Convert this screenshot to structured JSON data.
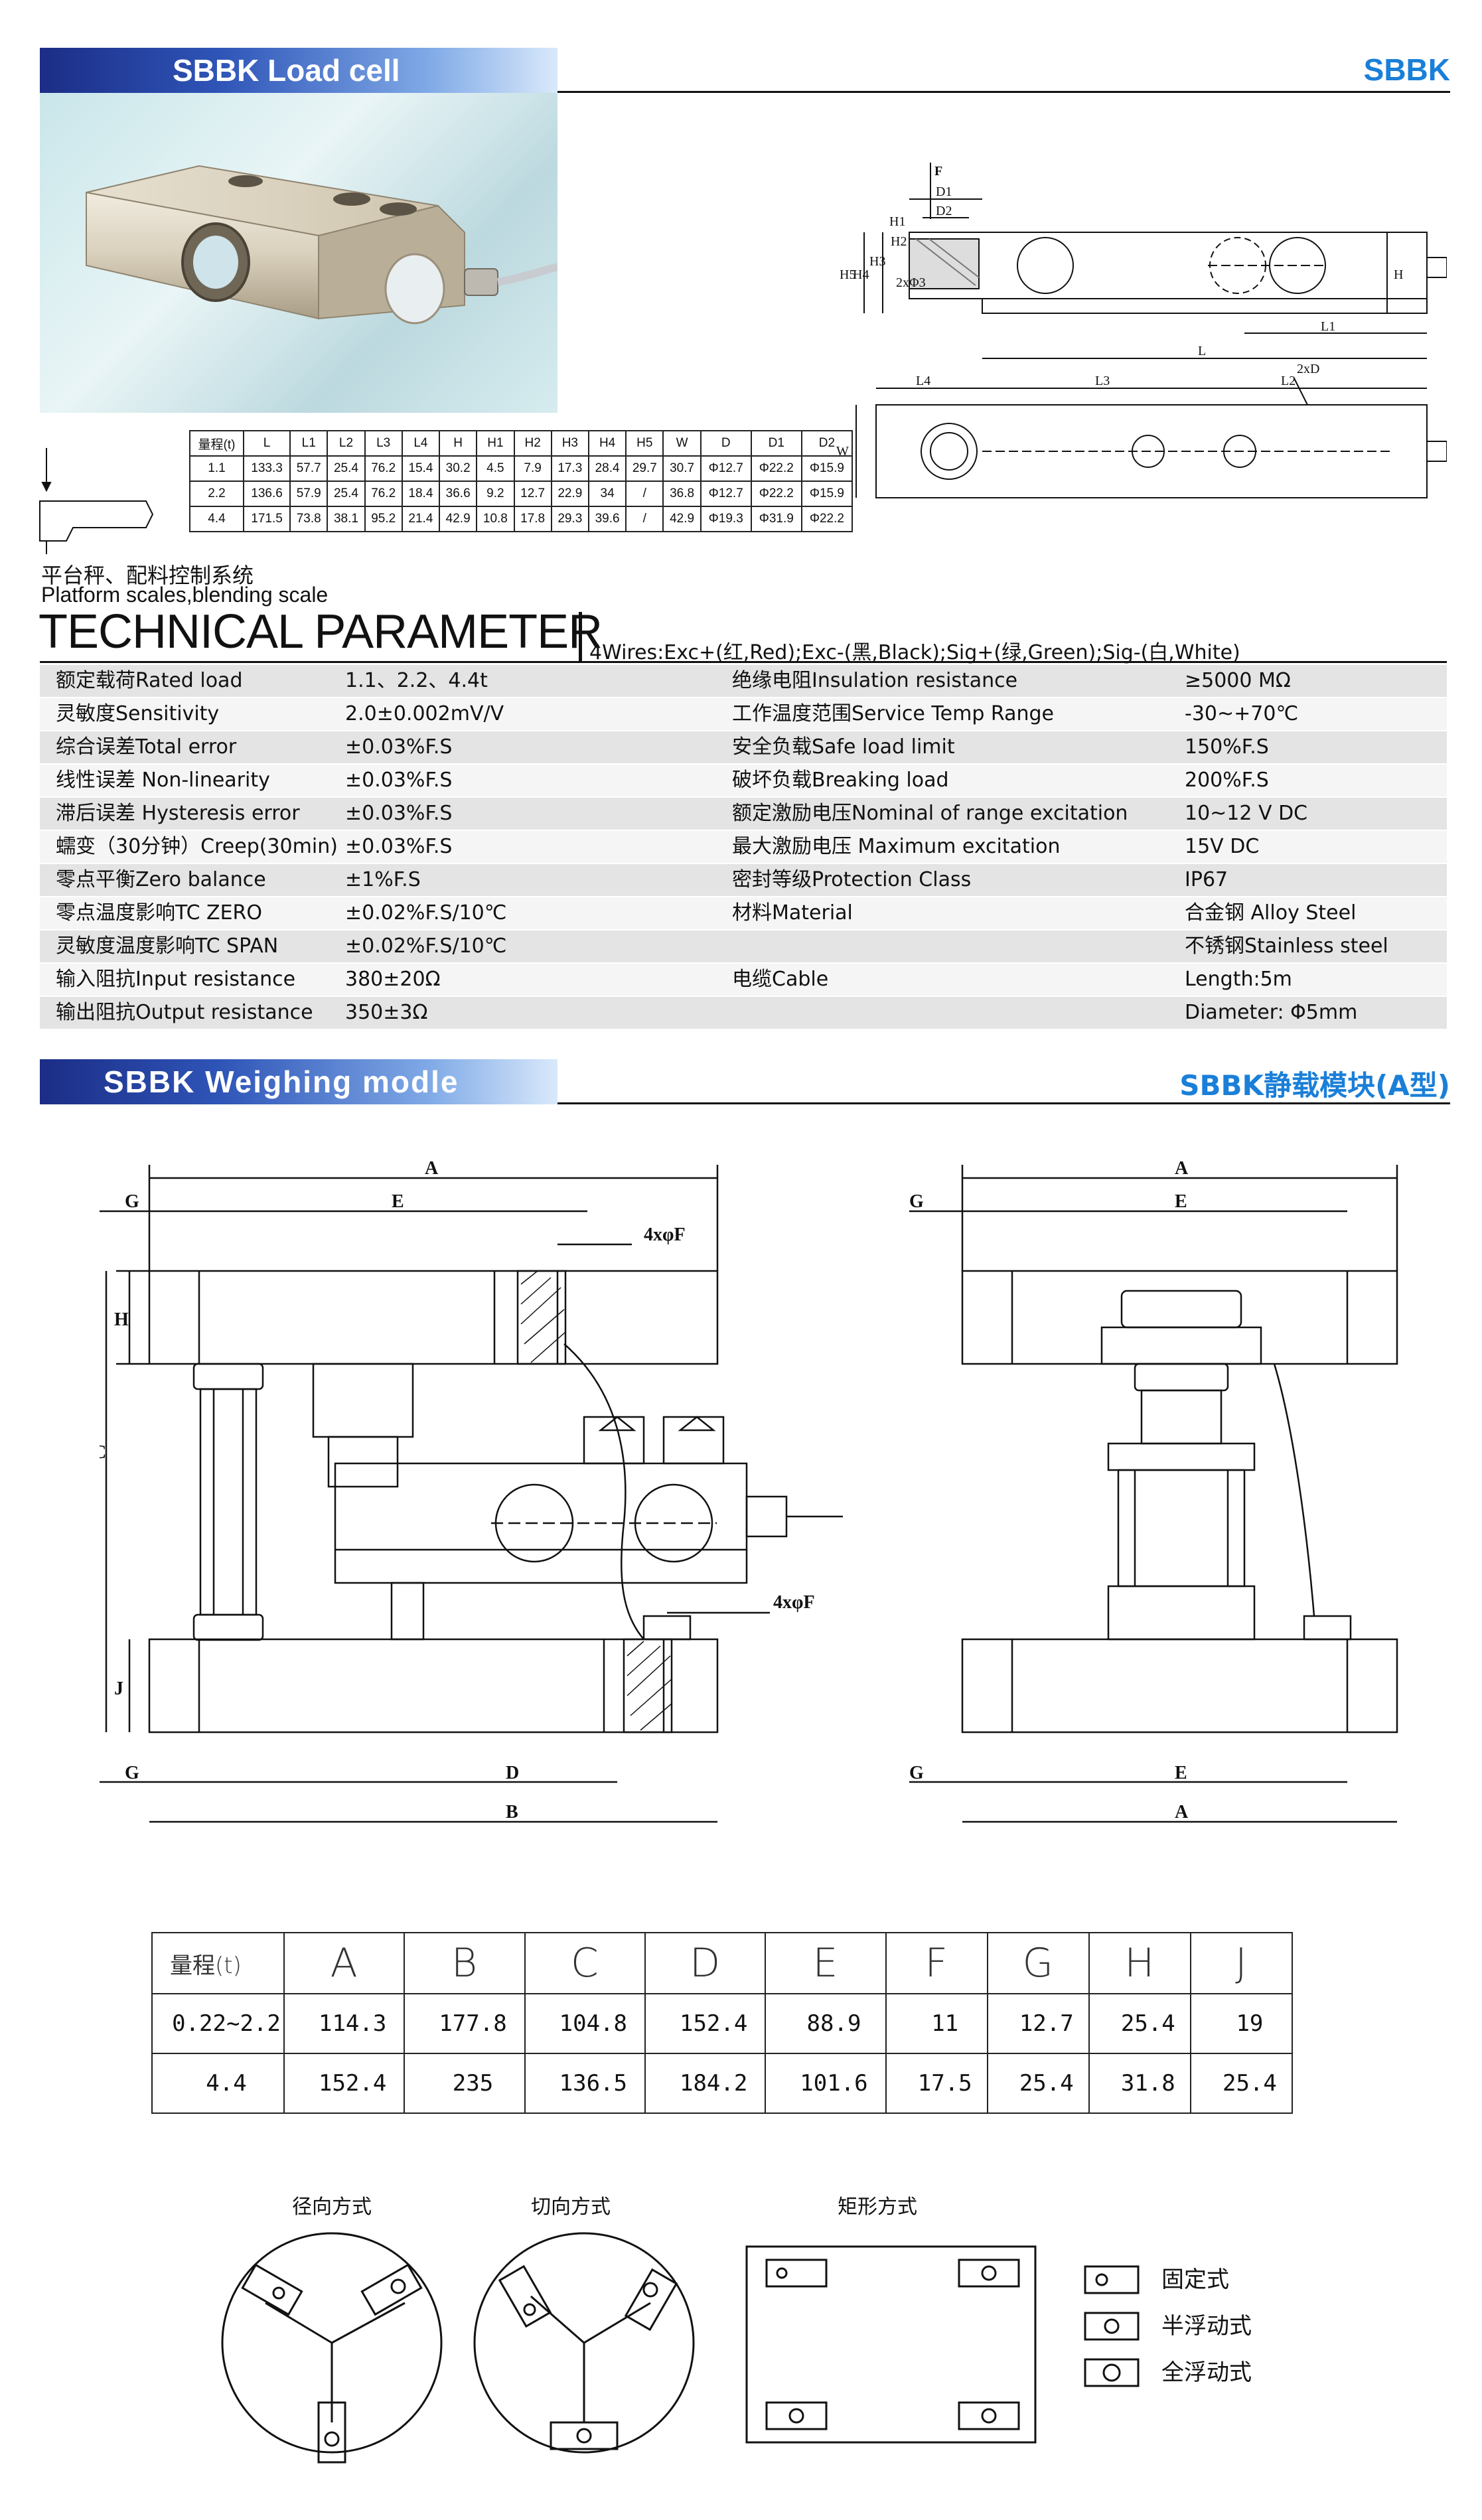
{
  "header": {
    "banner_title": "SBBK Load cell",
    "brand": "SBBK"
  },
  "drawing_labels": {
    "force": "F",
    "d1": "D1",
    "d2": "D2",
    "h1": "H1",
    "h2": "H2",
    "h3": "H3",
    "h4": "H4",
    "h5": "H5",
    "h": "H",
    "two_phi_d": "2xΦ3",
    "l": "L",
    "l1": "L1",
    "l2": "L2",
    "l3": "L3",
    "l4": "L4",
    "w": "W",
    "twod": "2xD"
  },
  "dims_table": {
    "headers": [
      "量程(t)",
      "L",
      "L1",
      "L2",
      "L3",
      "L4",
      "H",
      "H1",
      "H2",
      "H3",
      "H4",
      "H5",
      "W",
      "D",
      "D1",
      "D2"
    ],
    "rows": [
      [
        "1.1",
        "133.3",
        "57.7",
        "25.4",
        "76.2",
        "15.4",
        "30.2",
        "4.5",
        "7.9",
        "17.3",
        "28.4",
        "29.7",
        "30.7",
        "Φ12.7",
        "Φ22.2",
        "Φ15.9"
      ],
      [
        "2.2",
        "136.6",
        "57.9",
        "25.4",
        "76.2",
        "18.4",
        "36.6",
        "9.2",
        "12.7",
        "22.9",
        "34",
        "/",
        "36.8",
        "Φ12.7",
        "Φ22.2",
        "Φ15.9"
      ],
      [
        "4.4",
        "171.5",
        "73.8",
        "38.1",
        "95.2",
        "21.4",
        "42.9",
        "10.8",
        "17.8",
        "29.3",
        "39.6",
        "/",
        "42.9",
        "Φ19.3",
        "Φ31.9",
        "Φ22.2"
      ]
    ]
  },
  "application": {
    "cn": "平台秤、配料控制系统",
    "en": "Platform scales,blending scale"
  },
  "tech": {
    "title": "TECHNICAL PARAMETER",
    "wiring": "4Wires:Exc+(红,Red);Exc-(黑,Black);Sig+(绿,Green);Sig-(白,White)",
    "rows": [
      [
        "额定载荷Rated load",
        "1.1、2.2、4.4t",
        "绝缘电阻Insulation resistance",
        "≥5000 MΩ"
      ],
      [
        "灵敏度Sensitivity",
        "2.0±0.002mV/V",
        "工作温度范围Service Temp Range",
        "-30~+70℃"
      ],
      [
        "综合误差Total error",
        "±0.03%F.S",
        "安全负载Safe load limit",
        "150%F.S"
      ],
      [
        "线性误差 Non-linearity",
        "±0.03%F.S",
        "破坏负载Breaking load",
        "200%F.S"
      ],
      [
        "滞后误差 Hysteresis error",
        "±0.03%F.S",
        "额定激励电压Nominal of range excitation",
        "10~12 V DC"
      ],
      [
        "蠕变（30分钟）Creep(30min)",
        "±0.03%F.S",
        "最大激励电压 Maximum excitation",
        "15V DC"
      ],
      [
        "零点平衡Zero balance",
        "±1%F.S",
        "密封等级Protection Class",
        "IP67"
      ],
      [
        "零点温度影响TC ZERO",
        "±0.02%F.S/10℃",
        "材料Material",
        "合金钢 Alloy Steel"
      ],
      [
        "灵敏度温度影响TC SPAN",
        "±0.02%F.S/10℃",
        "",
        "不锈钢Stainless steel"
      ],
      [
        "输入阻抗Input resistance",
        "380±20Ω",
        "电缆Cable",
        "Length:5m"
      ],
      [
        "输出阻抗Output resistance",
        "350±3Ω",
        "",
        "Diameter: Φ5mm"
      ]
    ]
  },
  "module": {
    "banner_title": "SBBK  Weighing modle",
    "subtitle": "SBBK静载模块(A型)",
    "labels": {
      "a": "A",
      "b": "B",
      "c": "C",
      "d": "D",
      "e": "E",
      "g": "G",
      "h": "H",
      "j": "J",
      "holes": "4xφF"
    }
  },
  "module_table": {
    "headers": [
      "量程(t)",
      "A",
      "B",
      "C",
      "D",
      "E",
      "F",
      "G",
      "H",
      "J"
    ],
    "rows": [
      [
        "0.22~2.2",
        "114.3",
        "177.8",
        "104.8",
        "152.4",
        "88.9",
        "11",
        "12.7",
        "25.4",
        "19"
      ],
      [
        "4.4",
        "152.4",
        "235",
        "136.5",
        "184.2",
        "101.6",
        "17.5",
        "25.4",
        "31.8",
        "25.4"
      ]
    ]
  },
  "mounting": {
    "radial": "径向方式",
    "tangential": "切向方式",
    "rectangular": "矩形方式",
    "legend": [
      "固定式",
      "半浮动式",
      "全浮动式"
    ]
  }
}
